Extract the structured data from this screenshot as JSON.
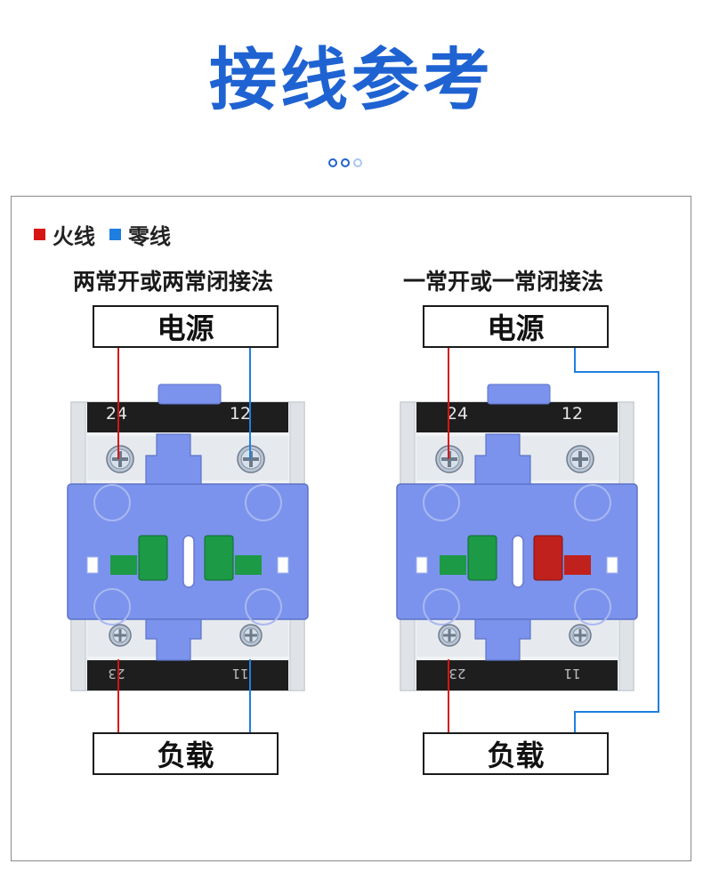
{
  "title": "接线参考",
  "legend": [
    {
      "label": "火线",
      "color": "#d71416"
    },
    {
      "label": "零线",
      "color": "#1f7fe0"
    }
  ],
  "left_diagram": {
    "subtitle": "两常开或两常闭接法",
    "power_label": "电源",
    "load_label": "负载",
    "terminal_top_left": "24",
    "terminal_top_right": "12",
    "terminal_bottom_left": "23",
    "terminal_bottom_right": "11",
    "contacts": [
      "green",
      "green"
    ]
  },
  "right_diagram": {
    "subtitle": "一常开或一常闭接法",
    "power_label": "电源",
    "load_label": "负载",
    "terminal_top_left": "24",
    "terminal_top_right": "12",
    "terminal_bottom_left": "23",
    "terminal_bottom_right": "11",
    "contacts": [
      "green",
      "red"
    ]
  },
  "colors": {
    "accent": "#1f63d2",
    "live_wire": "#d71416",
    "neutral_wire": "#1f7fe0",
    "module_body": "#7b93ec",
    "contact_green": "#1c9a45",
    "contact_red": "#c0211d"
  }
}
